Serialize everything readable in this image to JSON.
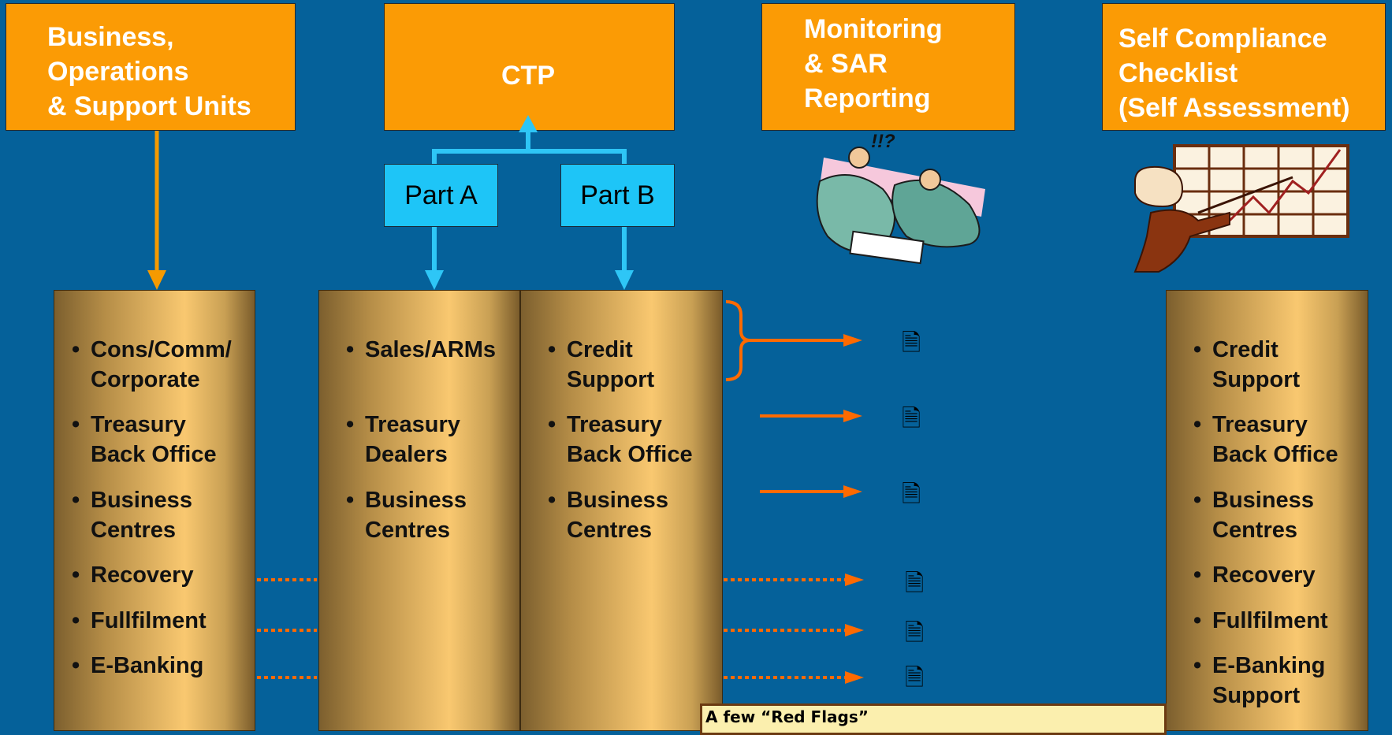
{
  "headers": {
    "business": "Business,\nOperations\n& Support Units",
    "ctp": "CTP",
    "monitoring": "Monitoring\n& SAR\nReporting",
    "self_compliance": "Self Compliance\nChecklist\n(Self Assessment)"
  },
  "parts": {
    "a": "Part A",
    "b": "Part B"
  },
  "columns": {
    "business_units": [
      "Cons/Comm/\nCorporate",
      "Treasury\nBack Office",
      "Business\nCentres",
      "Recovery",
      "Fullfilment",
      "E-Banking"
    ],
    "part_a": [
      "Sales/ARMs",
      "Treasury\nDealers",
      "Business\nCentres"
    ],
    "part_b": [
      "Credit\nSupport",
      "Treasury\nBack Office",
      "Business\nCentres"
    ],
    "self_assessment": [
      "Credit\nSupport",
      "Treasury\nBack Office",
      "Business\nCentres",
      "Recovery",
      "Fullfilment",
      "E-Banking\nSupport"
    ]
  },
  "doc_icon": "document-icon",
  "red_flags_title": "A few “Red Flags”",
  "colors": {
    "background": "#05619a",
    "header": "#fb9b05",
    "part": "#1ec5f7",
    "arrow_orange": "#ff6a00",
    "arrow_blue": "#2ec6f6"
  }
}
